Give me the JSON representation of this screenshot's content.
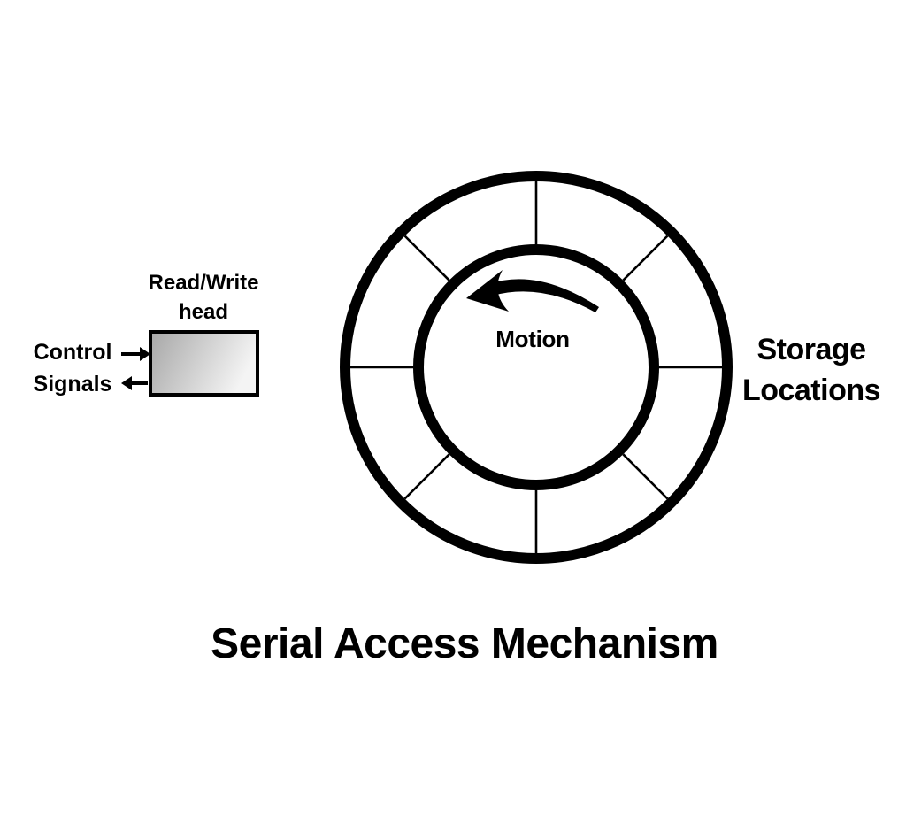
{
  "diagram": {
    "title": "Serial Access Mechanism",
    "wheel": {
      "segment_count": 8,
      "motion_label": "Motion",
      "storage_label_lines": [
        "Storage",
        "Locations"
      ]
    },
    "head": {
      "label_lines": [
        "Read/Write",
        "head"
      ],
      "control_label": "Control",
      "signals_label": "Signals"
    },
    "icons": {
      "motion_arrow": "curved-arrow-counterclockwise",
      "control_arrow": "arrow-right-into-head",
      "signals_arrow": "arrow-left-out-of-head"
    },
    "colors": {
      "ink": "#000000",
      "background": "#ffffff",
      "head_fill_start": "#a7a7a7",
      "head_fill_end": "#f4f4f4"
    }
  }
}
